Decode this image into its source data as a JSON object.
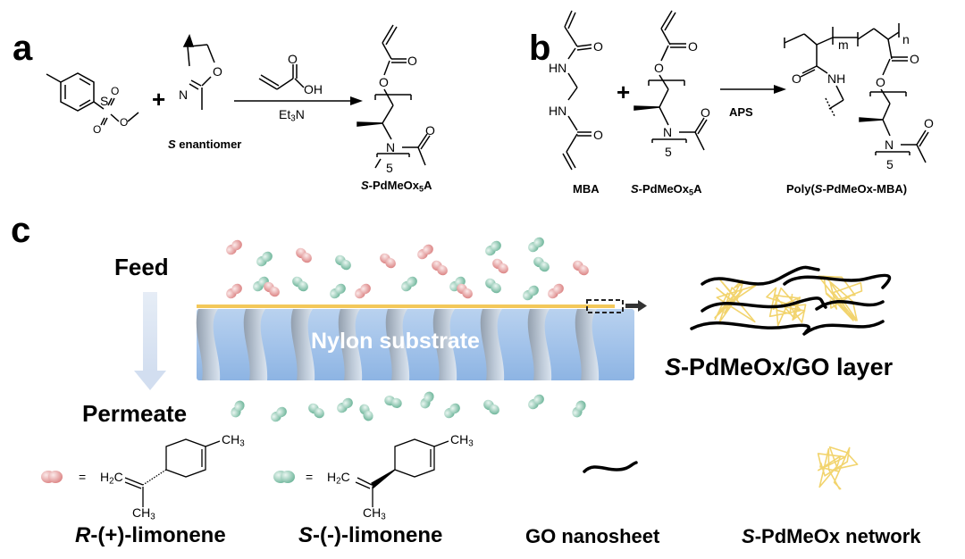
{
  "panels": {
    "a": {
      "label": "a",
      "reactant2_caption_italic": "S",
      "reactant2_caption_rest": " enantiomer",
      "reagent_top": "OH",
      "reagent_bottom": "Et3N",
      "product_caption_italic": "S",
      "product_caption_rest": "-PdMeOx5A",
      "repeat_count": "5"
    },
    "b": {
      "label": "b",
      "reactant1_caption": "MBA",
      "reactant2_caption_italic": "S",
      "reactant2_caption_rest": "-PdMeOx5A",
      "reagent": "APS",
      "product_caption_pre": "Poly(",
      "product_caption_italic": "S",
      "product_caption_rest": "-PdMeOx-MBA)",
      "repeat_m": "m",
      "repeat_n": "n",
      "repeat_count": "5"
    },
    "c": {
      "label": "c",
      "feed_label": "Feed",
      "permeate_label": "Permeate",
      "substrate_label": "Nylon substrate",
      "layer_caption_italic": "S",
      "layer_caption_rest": "-PdMeOx/GO layer"
    }
  },
  "legend": [
    {
      "id": "r-limonene",
      "italic": "R",
      "rest": "-(+)-limonene",
      "color": "#e8a0a0"
    },
    {
      "id": "s-limonene",
      "italic": "S",
      "rest": "-(-)-limonene",
      "color": "#8fc8b4"
    },
    {
      "id": "go-nanosheet",
      "text": "GO nanosheet",
      "color": "#000000"
    },
    {
      "id": "pdmeox-network",
      "italic": "S",
      "rest": "-PdMeOx network",
      "color": "#f2d46e"
    }
  ],
  "colors": {
    "r_molecule": "#e39a9a",
    "s_molecule": "#86c4ae",
    "substrate": "#a9c8ec",
    "layer": "#f3c85a",
    "arrow": "#dfe8f3"
  }
}
